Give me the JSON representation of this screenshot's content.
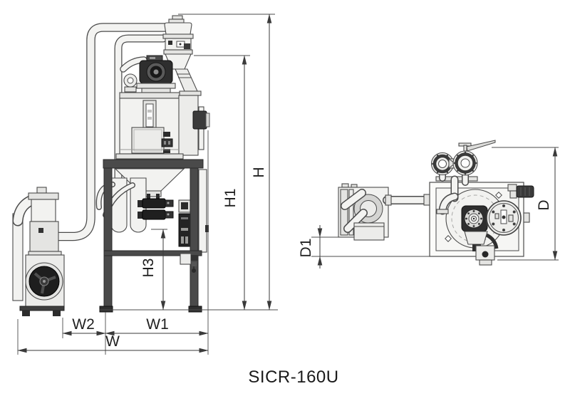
{
  "title": "SICR-160U",
  "dimensions": {
    "H": "H",
    "H1": "H1",
    "H3": "H3",
    "W": "W",
    "W1": "W1",
    "W2": "W2",
    "D": "D",
    "D1": "D1"
  },
  "colors": {
    "line": "#4b4b4b",
    "dimension_line": "#3a3a3a",
    "label_text": "#1f1f1f",
    "fill_light": "#f2f2f0",
    "fill_mid": "#e4e4e2",
    "fill_dark": "#3c3c3c",
    "fill_black": "#1f1f1f",
    "frame": "#4a4a4a",
    "background": "#ffffff"
  }
}
